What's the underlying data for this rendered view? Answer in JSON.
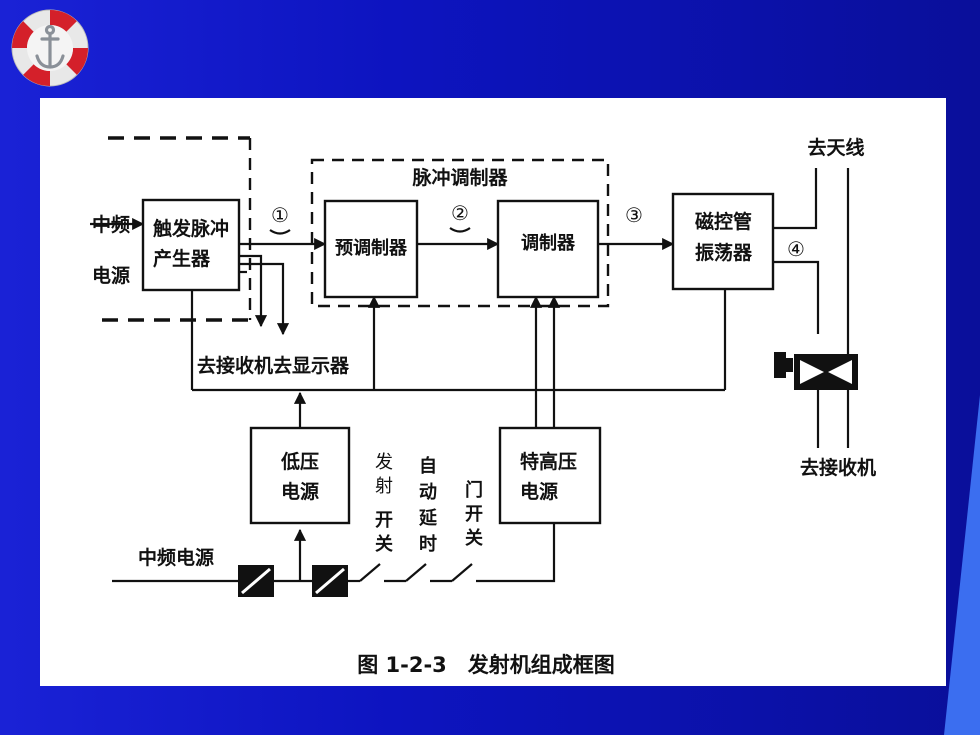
{
  "logo": {
    "icon": "anchor-lifebuoy-icon",
    "colors": {
      "ring": "#e8e8e8",
      "stripe": "#d4202a",
      "anchor": "#9aa0a8"
    }
  },
  "diagram": {
    "caption": "图 1-2-3　发射机组成框图",
    "blocks": {
      "trigger_l1": "触发脉冲",
      "trigger_l2": "产生器",
      "premod": "预调制器",
      "mod": "调制器",
      "mag_l1": "磁控管",
      "mag_l2": "振荡器",
      "lv_l1": "低压",
      "lv_l2": "电源",
      "hv_l1": "特高压",
      "hv_l2": "电源"
    },
    "labels": {
      "if_in_l1": "中频",
      "if_in_l2": "电源",
      "pulse_modulator": "脉冲调制器",
      "to_receiver_display": "去接收机去显示器",
      "to_antenna": "去天线",
      "to_receiver": "去接收机",
      "if_power": "中频电源",
      "sw_tx_1": "发",
      "sw_tx_2": "射",
      "sw_tx_3": "开",
      "sw_tx_4": "关",
      "sw_delay_1": "自",
      "sw_delay_2": "动",
      "sw_delay_3": "延",
      "sw_delay_4": "时",
      "sw_door_1": "门",
      "sw_door_2": "开",
      "sw_door_3": "关"
    },
    "markers": {
      "m1": "①",
      "m2": "②",
      "m3": "③",
      "m4": "④"
    }
  }
}
